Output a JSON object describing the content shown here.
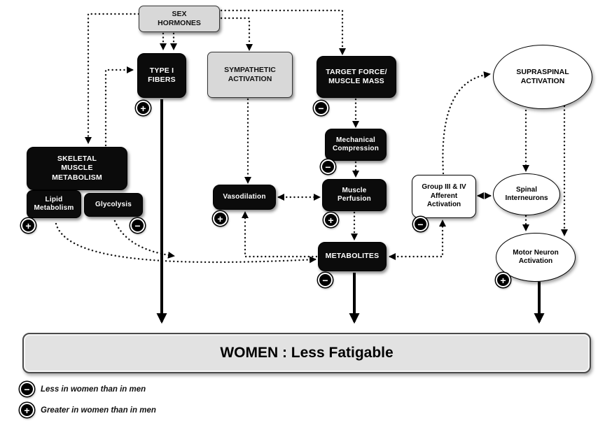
{
  "symbols": {
    "plus": "+",
    "minus": "−"
  },
  "nodes": {
    "sex_hormones": "SEX HORMONES",
    "type1_fibers": "TYPE I FIBERS",
    "sympathetic": "SYMPATHETIC ACTIVATION",
    "target_force": "TARGET FORCE/ MUSCLE MASS",
    "skeletal": "SKELETAL MUSCLE METABOLISM",
    "lipid": "Lipid Metabolism",
    "glycolysis": "Glycolysis",
    "mech_compression": "Mechanical Compression",
    "vasodilation": "Vasodilation",
    "muscle_perfusion": "Muscle Perfusion",
    "metabolites": "METABOLITES",
    "afferent": "Group III & IV Afferent Activation",
    "supraspinal": "SUPRASPINAL ACTIVATION",
    "spinal_interneurons": "Spinal Interneurons",
    "motor_neuron": "Motor Neuron Activation"
  },
  "banner": {
    "text": "WOMEN : Less Fatigable"
  },
  "legend": [
    {
      "symbol": "−",
      "text": "Less in women than in men"
    },
    {
      "symbol": "+",
      "text": "Greater in women than in men"
    }
  ]
}
